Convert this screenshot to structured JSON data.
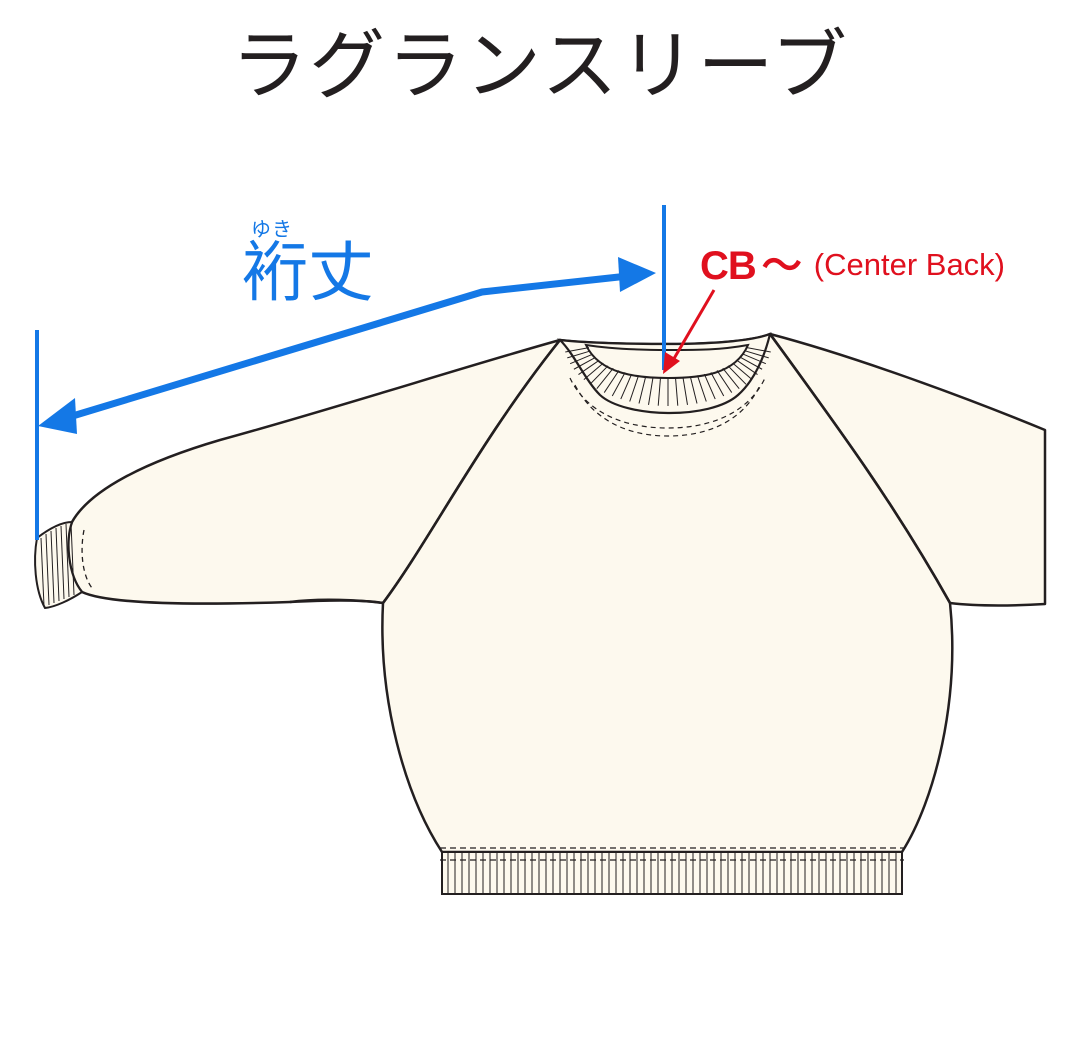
{
  "diagram": {
    "title": "ラグランスリーブ",
    "measurement": {
      "furigana": "ゆき",
      "label": "裄丈"
    },
    "reference": {
      "code": "CB",
      "tilde": "〜",
      "note": "(Center Back)"
    }
  },
  "colors": {
    "garment_fill": "#fdf9ee",
    "outline": "#231f20",
    "measurement_blue": "#1478e6",
    "accent_red": "#e0101e"
  },
  "icons": {
    "garment": "raglan-sweater-icon"
  }
}
